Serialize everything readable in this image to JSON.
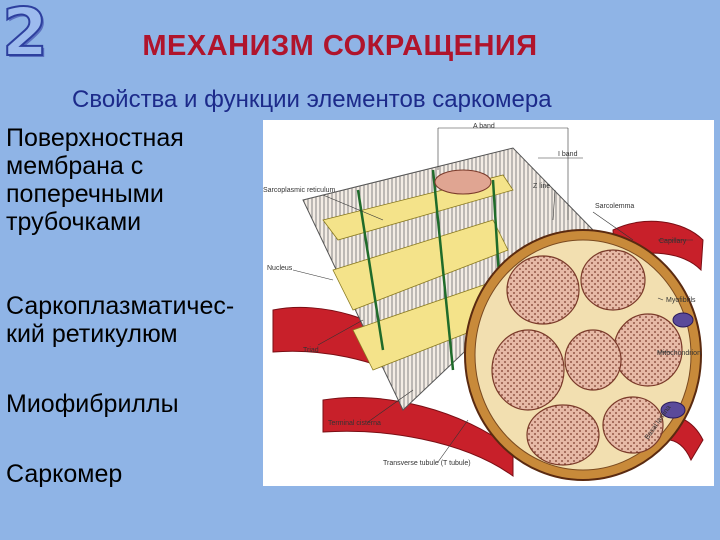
{
  "slide": {
    "number": "2",
    "title": "МЕХАНИЗМ СОКРАЩЕНИЯ",
    "subtitle": "Свойства и функции элементов саркомера"
  },
  "list_items": [
    "Поверхностная\nмембрана с\nпоперечными\nтрубочками",
    "Саркоплазматичес-\nкий ретикулюм",
    "Миофибриллы",
    "Саркомер"
  ],
  "figure": {
    "labels": {
      "a_band": "A band",
      "i_band": "I band",
      "z_line": "Z line",
      "sarcoplasmic_reticulum": "Sarcoplasmic\nreticulum",
      "sarcolemma": "Sarcolemma",
      "nucleus": "Nucleus",
      "capillary": "Capillary",
      "myofibrils": "Myofibrils",
      "triad": "Triad",
      "mitochondrion": "Mitochondrion",
      "terminal_cisterna": "Terminal cisterna",
      "transverse_tubule": "Transverse tubule\n(T tubule)",
      "basal_lamina": "Basal lamina"
    }
  },
  "colors": {
    "background": "#8fb4e6",
    "title": "#b0142c",
    "subtitle": "#1c2a8a"
  }
}
